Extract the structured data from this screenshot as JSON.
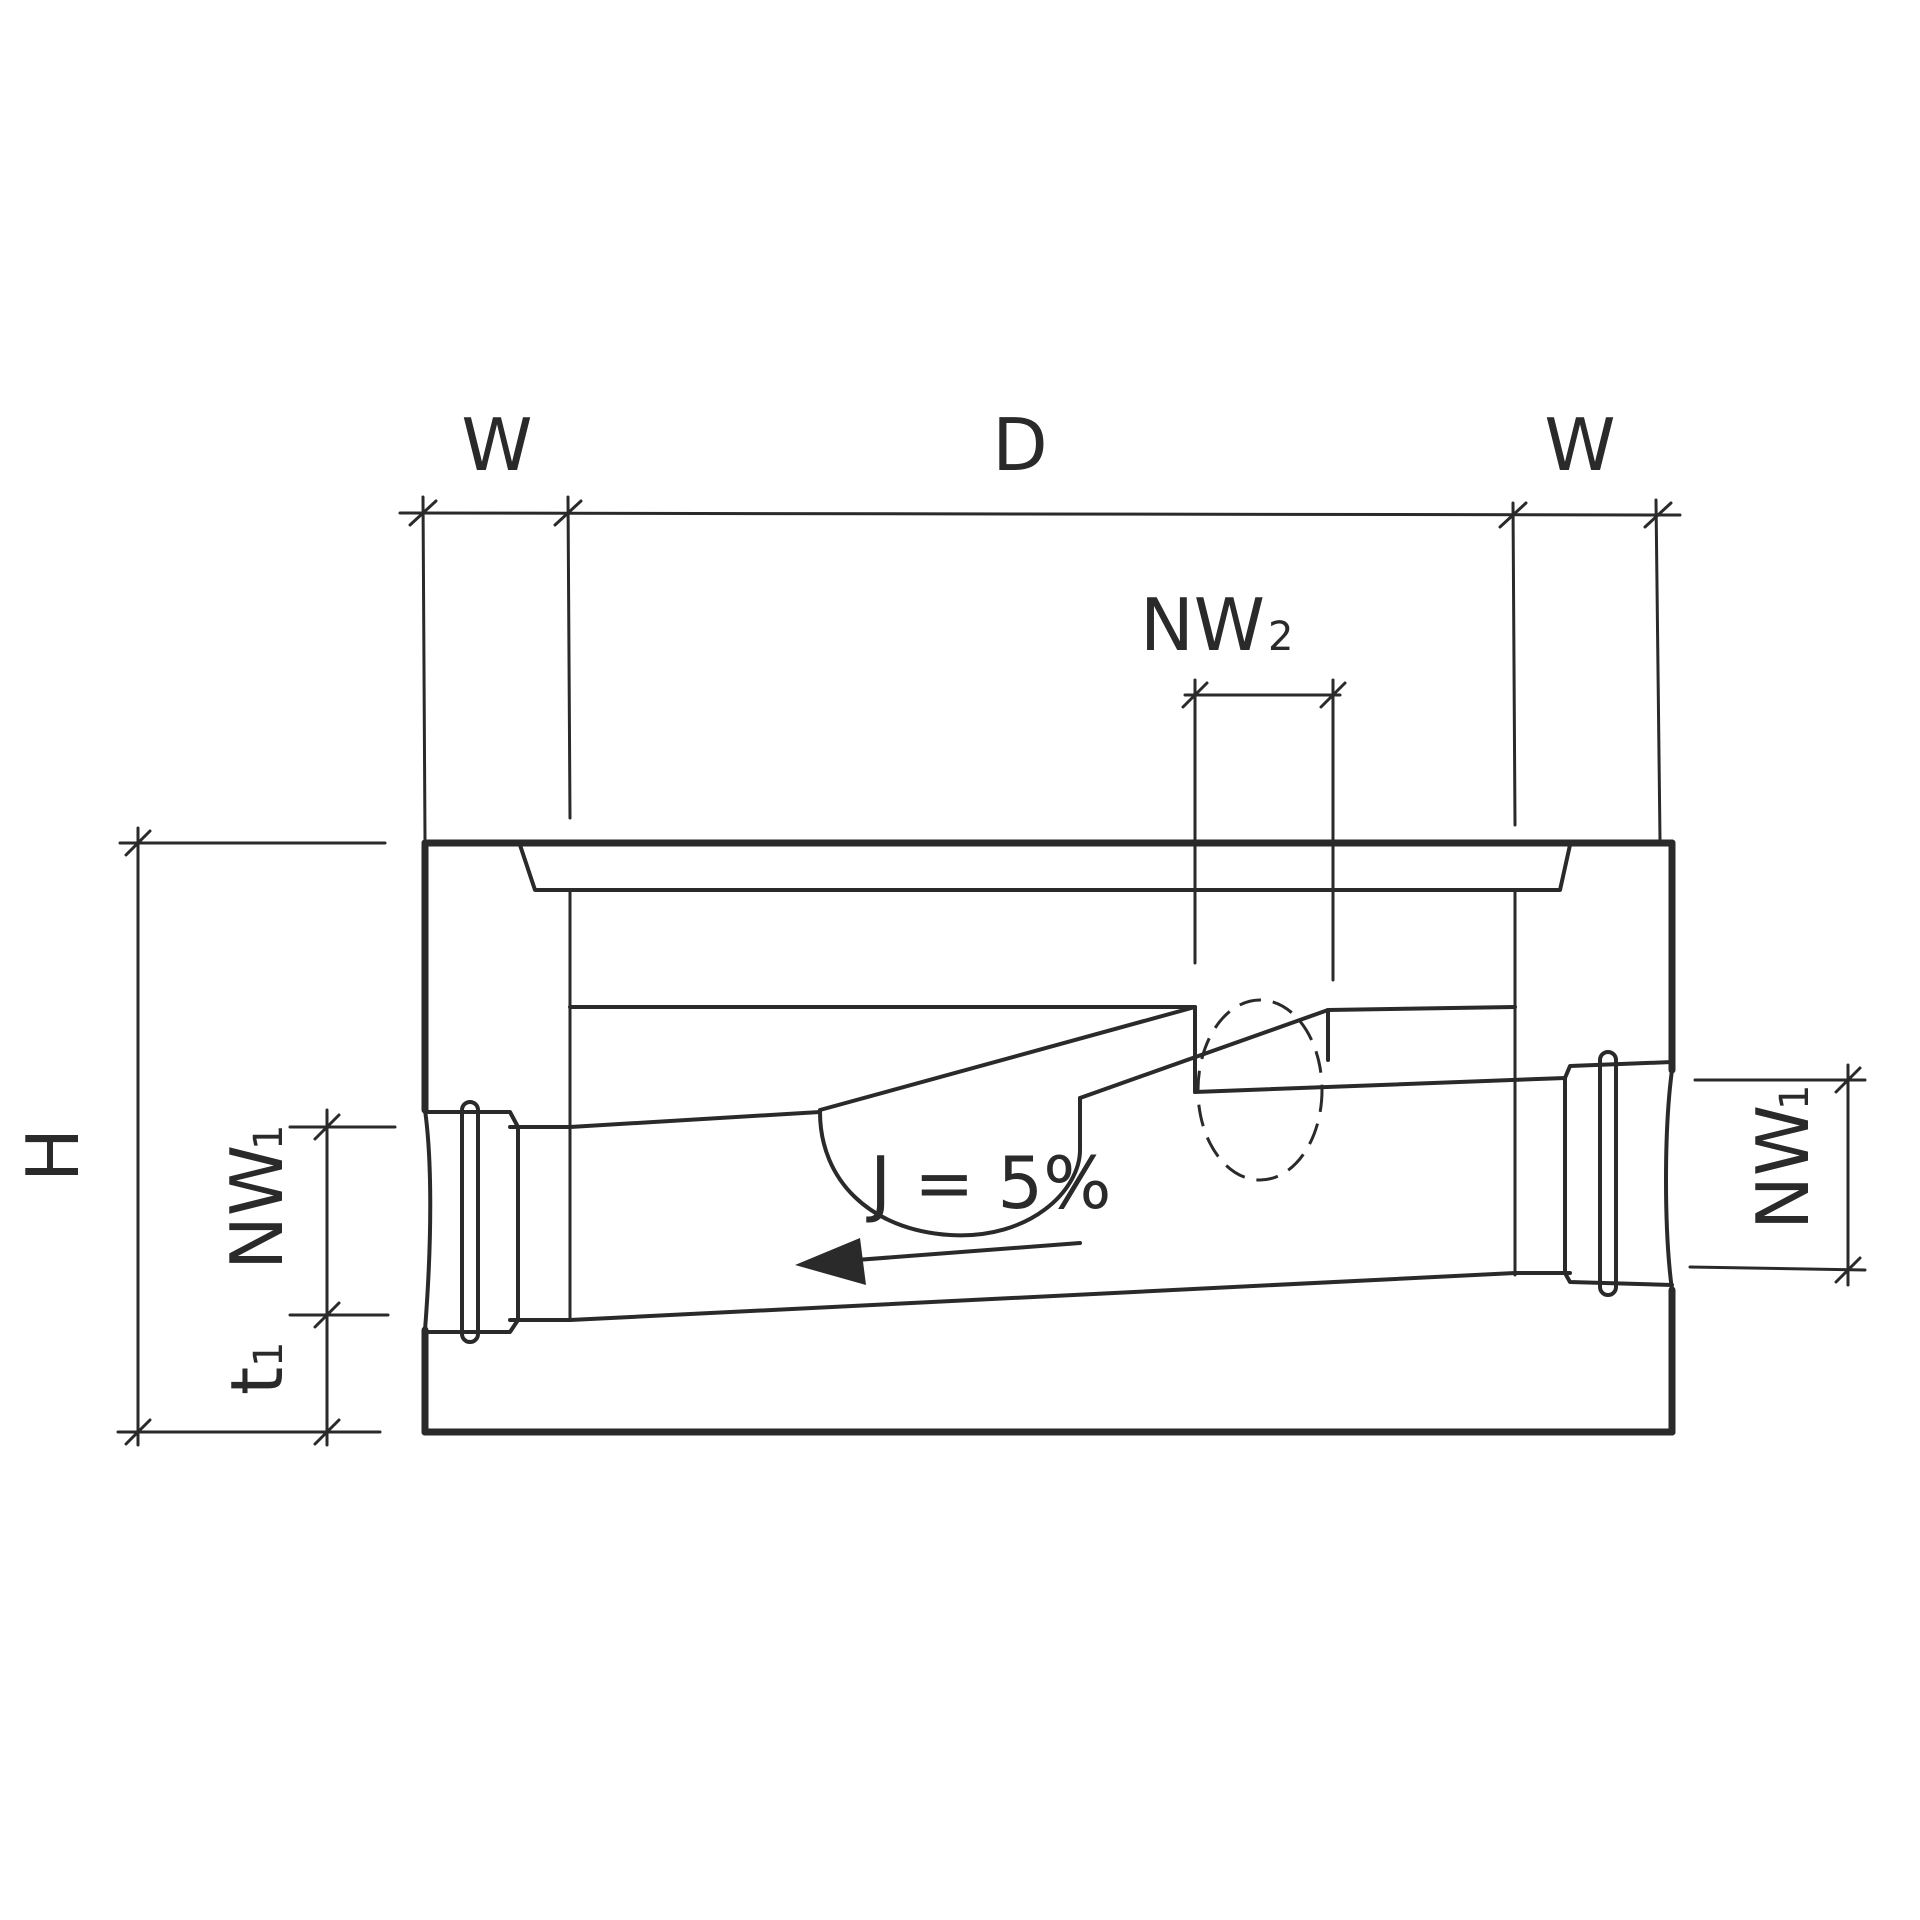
{
  "labels": {
    "w_left": "W",
    "d": "D",
    "w_right": "W",
    "nw2_main": "NW",
    "nw2_sub": "2",
    "h": "H",
    "nw1_left_main": "NW",
    "nw1_left_sub": "1",
    "t1_main": "t",
    "t1_sub": "1",
    "nw1_right_main": "NW",
    "nw1_right_sub": "1",
    "slope": "J = 5%"
  },
  "colors": {
    "line": "#2a2a2a",
    "background": "#ffffff"
  },
  "icons": {
    "flow_arrow": "arrow-left-icon"
  }
}
